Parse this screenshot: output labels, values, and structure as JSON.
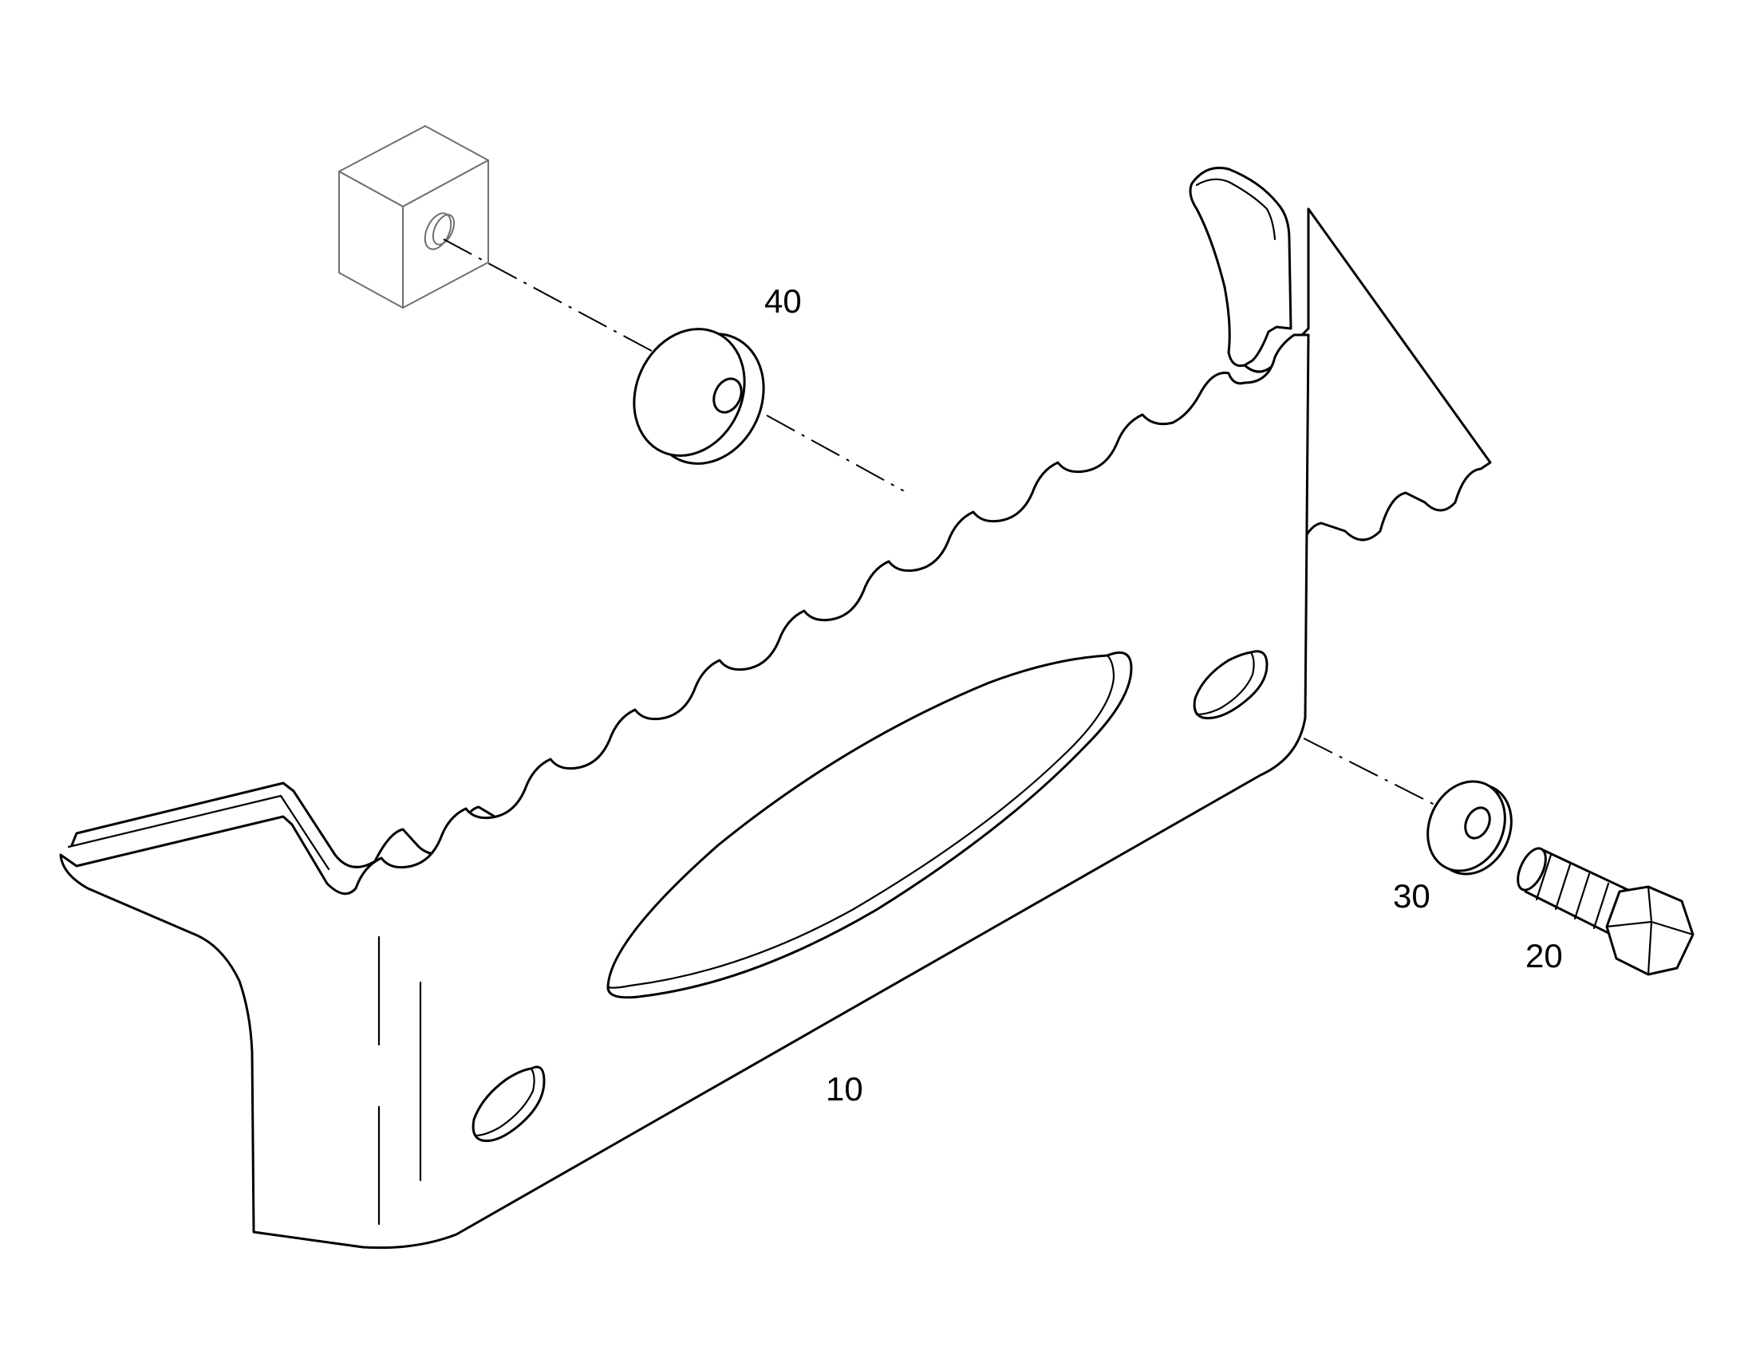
{
  "callouts": {
    "bracket": "10",
    "bolt": "20",
    "washer": "30",
    "spacer": "40"
  }
}
